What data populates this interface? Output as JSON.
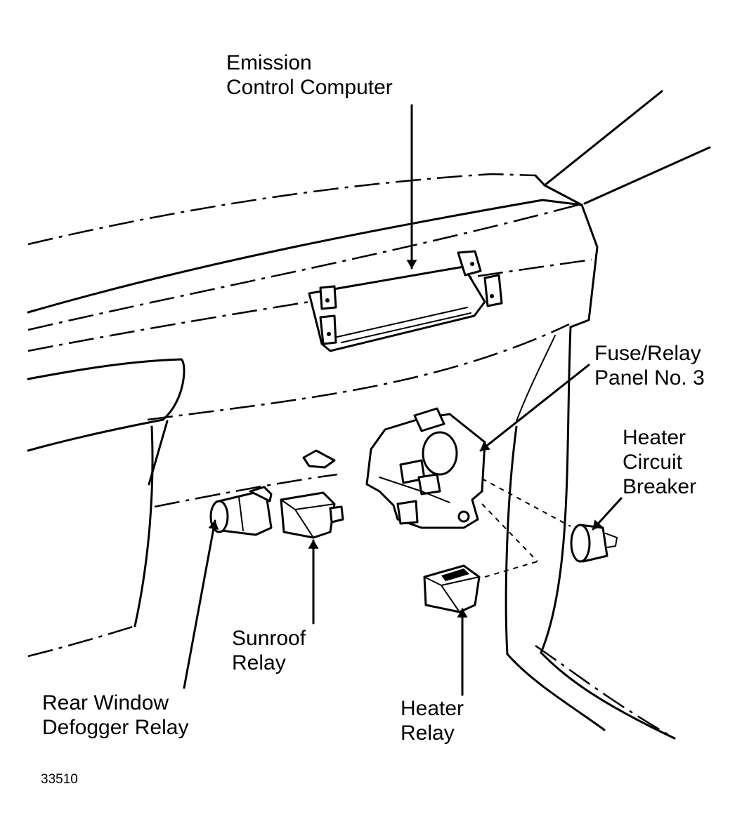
{
  "labels": {
    "emission_line1": "Emission",
    "emission_line2": "Control Computer",
    "fuse_line1": "Fuse/Relay",
    "fuse_line2": "Panel No. 3",
    "breaker_line1": "Heater",
    "breaker_line2": "Circuit",
    "breaker_line3": "Breaker",
    "sunroof_line1": "Sunroof",
    "sunroof_line2": "Relay",
    "defogger_line1": "Rear Window",
    "defogger_line2": "Defogger Relay",
    "heater_relay_line1": "Heater",
    "heater_relay_line2": "Relay"
  },
  "figure_number": "33510"
}
